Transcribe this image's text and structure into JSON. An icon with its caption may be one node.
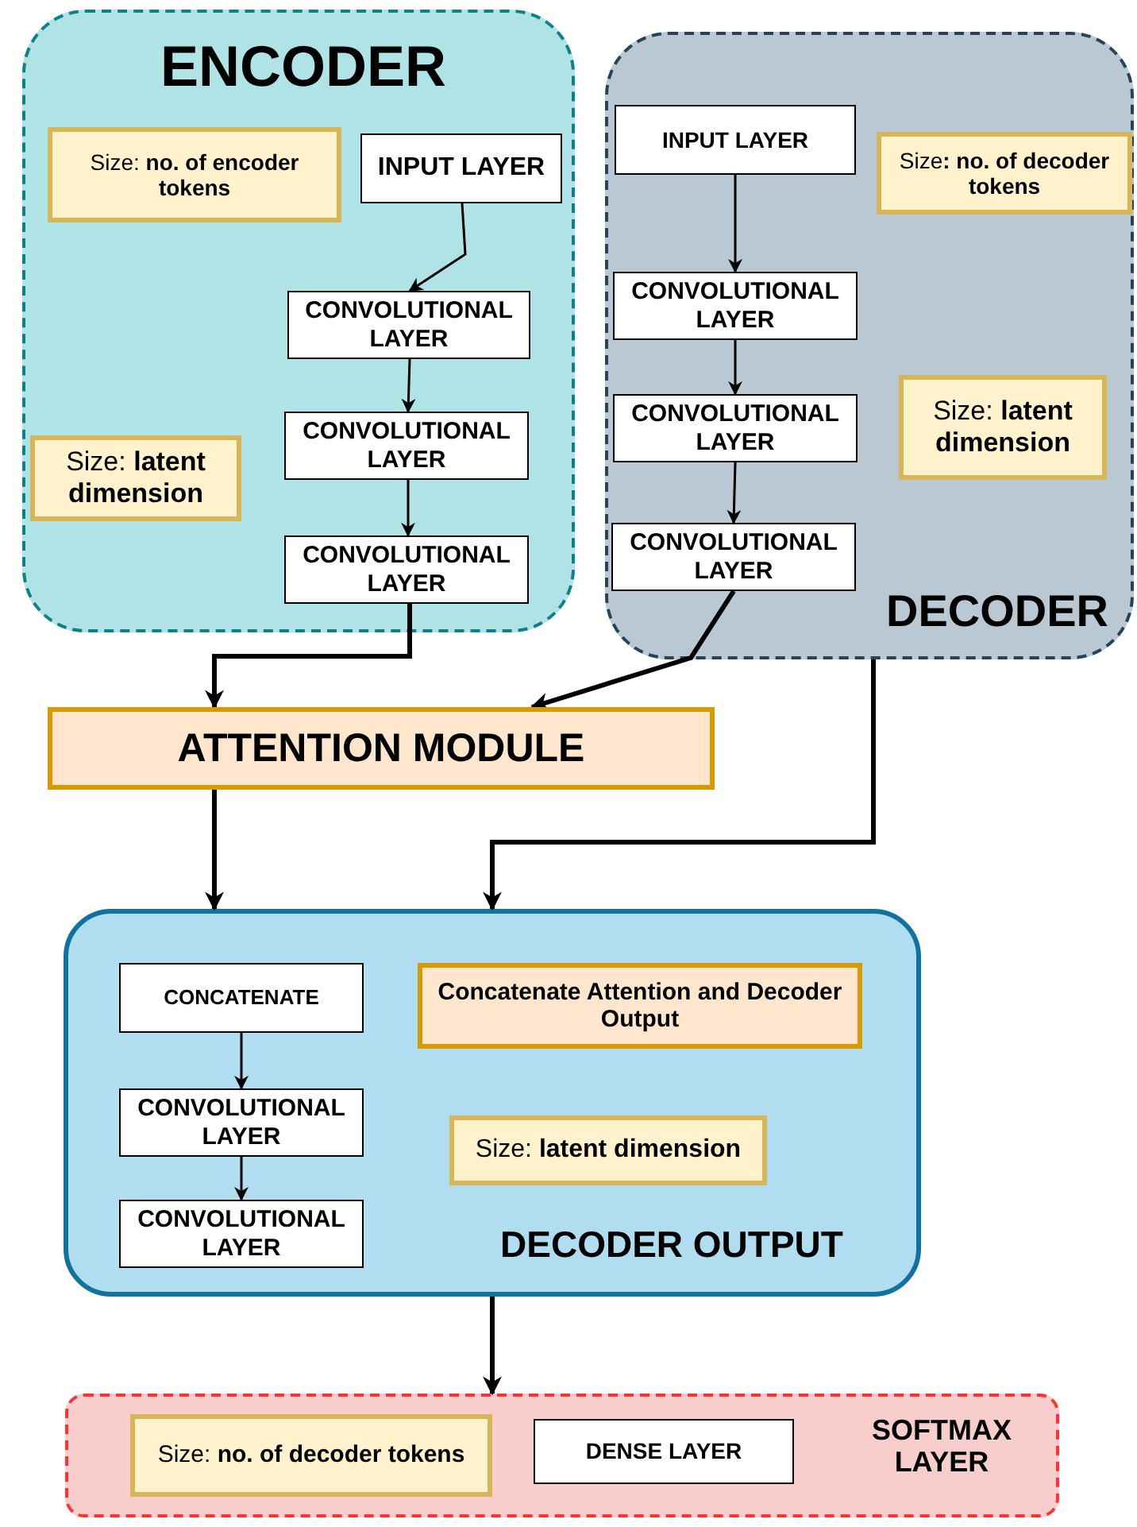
{
  "diagram": {
    "nodes": [
      {
        "text": [
          "ENCODER"
        ]
      },
      {
        "text": [
          "Size: **no. of encoder tokens**"
        ],
        "in": 0
      },
      {
        "text": [
          "INPUT LAYER"
        ],
        "in": 0
      },
      {
        "text": [
          "CONVOLUTIONAL LAYER"
        ],
        "in": 0
      },
      {
        "text": [
          "CONVOLUTIONAL LAYER"
        ],
        "in": 0
      },
      {
        "text": [
          "Size: **latent dimension**"
        ],
        "in": 0
      },
      {
        "text": [
          "CONVOLUTIONAL LAYER"
        ],
        "in": 0
      },
      {
        "text": [
          "DECODER"
        ]
      },
      {
        "text": [
          "INPUT LAYER"
        ],
        "in": 7
      },
      {
        "text": [
          "Size**: no. of decoder tokens**"
        ],
        "in": 7
      },
      {
        "text": [
          "CONVOLUTIONAL LAYER"
        ],
        "in": 7
      },
      {
        "text": [
          "CONVOLUTIONAL LAYER"
        ],
        "in": 7
      },
      {
        "text": [
          "Size: **latent dimension**"
        ],
        "in": 7
      },
      {
        "text": [
          "CONVOLUTIONAL LAYER"
        ],
        "in": 7
      },
      {
        "text": [
          "ATTENTION MODULE"
        ]
      },
      {
        "text": [
          "DECODER OUTPUT"
        ]
      },
      {
        "text": [
          "CONCATENATE"
        ],
        "in": 15
      },
      {
        "text": [
          "Concatenate Attention and Decoder Output"
        ],
        "in": 15
      },
      {
        "text": [
          "CONVOLUTIONAL LAYER"
        ],
        "in": 15
      },
      {
        "text": [
          "Size: **latent dimension**"
        ],
        "in": 15
      },
      {
        "text": [
          "CONVOLUTIONAL LAYER"
        ],
        "in": 15
      },
      {
        "text": [
          "SOFTMAX LAYER"
        ]
      },
      {
        "text": [
          "Size: **no. of decoder tokens**"
        ],
        "in": 21
      },
      {
        "text": [
          "DENSE LAYER"
        ],
        "in": 21
      }
    ],
    "edges": [
      {
        "from": 2,
        "to": 3,
        "arrow": "to"
      },
      {
        "from": 3,
        "to": 4,
        "arrow": "to"
      },
      {
        "from": 4,
        "to": 6,
        "arrow": "to"
      },
      {
        "from": 8,
        "to": 10,
        "arrow": "to"
      },
      {
        "from": 10,
        "to": 11,
        "arrow": "to"
      },
      {
        "from": 11,
        "to": 13,
        "arrow": "to"
      },
      {
        "from": 6,
        "to": 14,
        "arrow": "to",
        "style": "thick"
      },
      {
        "from": 13,
        "to": 14,
        "arrow": "to",
        "style": "thick"
      },
      {
        "from": 14,
        "to": 15,
        "arrow": "to",
        "style": "thick"
      },
      {
        "from": 7,
        "to": 15,
        "arrow": "to",
        "style": "thick"
      },
      {
        "from": 16,
        "to": 18,
        "arrow": "to"
      },
      {
        "from": 18,
        "to": 20,
        "arrow": "to"
      },
      {
        "from": 15,
        "to": 21,
        "arrow": "to",
        "style": "thick"
      }
    ]
  }
}
